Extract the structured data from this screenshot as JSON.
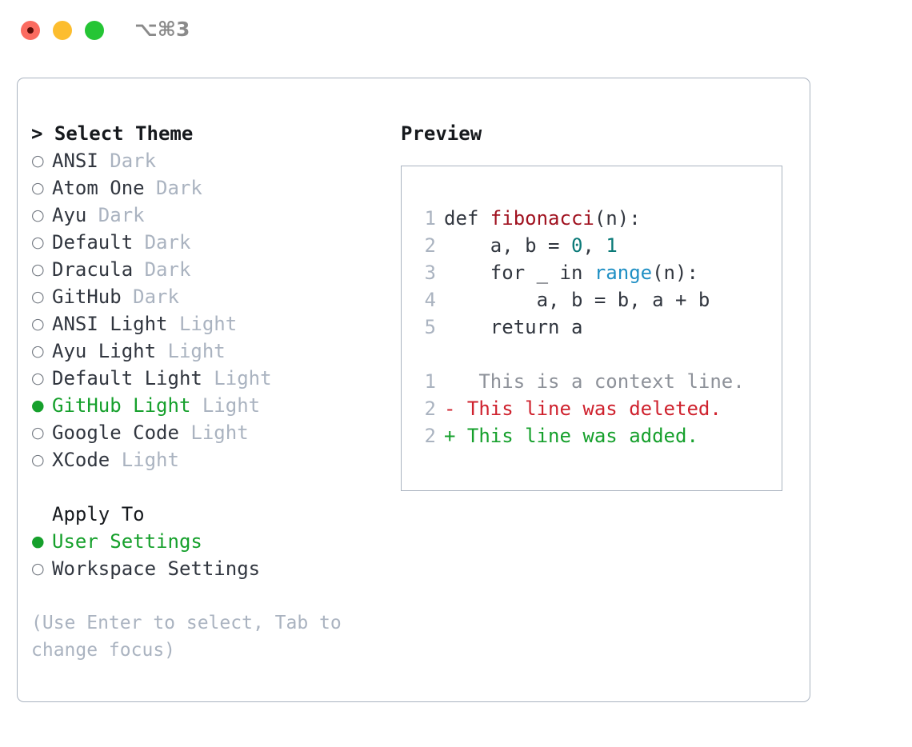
{
  "titlebar": {
    "shortcut": "⌥⌘3",
    "dots": [
      "close-red",
      "minimize-yellow",
      "maximize-green"
    ]
  },
  "theme_selector": {
    "heading": "> Select Theme",
    "bullet_unselected": "○",
    "bullet_selected": "●",
    "items": [
      {
        "name": "ANSI",
        "variant": "Dark",
        "selected": false
      },
      {
        "name": "Atom One",
        "variant": "Dark",
        "selected": false
      },
      {
        "name": "Ayu",
        "variant": "Dark",
        "selected": false
      },
      {
        "name": "Default",
        "variant": "Dark",
        "selected": false
      },
      {
        "name": "Dracula",
        "variant": "Dark",
        "selected": false
      },
      {
        "name": "GitHub",
        "variant": "Dark",
        "selected": false
      },
      {
        "name": "ANSI Light",
        "variant": "Light",
        "selected": false
      },
      {
        "name": "Ayu Light",
        "variant": "Light",
        "selected": false
      },
      {
        "name": "Default Light",
        "variant": "Light",
        "selected": false
      },
      {
        "name": "GitHub Light",
        "variant": "Light",
        "selected": true
      },
      {
        "name": "Google Code",
        "variant": "Light",
        "selected": false
      },
      {
        "name": "XCode",
        "variant": "Light",
        "selected": false
      }
    ]
  },
  "apply_to": {
    "heading": "Apply To",
    "items": [
      {
        "name": "User Settings",
        "selected": true
      },
      {
        "name": "Workspace Settings",
        "selected": false
      }
    ]
  },
  "hint": "(Use Enter to select, Tab to change focus)",
  "preview": {
    "title": "Preview",
    "code_lines": [
      {
        "num": "1",
        "segments": [
          {
            "t": "def ",
            "c": "plain"
          },
          {
            "t": "fibonacci",
            "c": "fn"
          },
          {
            "t": "(n):",
            "c": "plain"
          }
        ]
      },
      {
        "num": "2",
        "segments": [
          {
            "t": "    a, b = ",
            "c": "plain"
          },
          {
            "t": "0",
            "c": "num"
          },
          {
            "t": ", ",
            "c": "plain"
          },
          {
            "t": "1",
            "c": "num"
          }
        ]
      },
      {
        "num": "3",
        "segments": [
          {
            "t": "    for _ in ",
            "c": "plain"
          },
          {
            "t": "range",
            "c": "call"
          },
          {
            "t": "(n):",
            "c": "plain"
          }
        ]
      },
      {
        "num": "4",
        "segments": [
          {
            "t": "        a, b = b, a + b",
            "c": "plain"
          }
        ]
      },
      {
        "num": "5",
        "segments": [
          {
            "t": "    return a",
            "c": "plain"
          }
        ]
      }
    ],
    "diff_lines": [
      {
        "num": "1",
        "marker": " ",
        "text": "  This is a context line.",
        "kind": "ctx"
      },
      {
        "num": "2",
        "marker": "-",
        "text": " This line was deleted.",
        "kind": "del"
      },
      {
        "num": "2",
        "marker": "+",
        "text": " This line was added.",
        "kind": "add"
      }
    ]
  },
  "colors": {
    "accent_green": "#16a02c",
    "muted": "#aab3c0",
    "text": "#31363f",
    "diff_delete": "#cf222e",
    "diff_add": "#16a02c",
    "token_function": "#a0111f",
    "token_number": "#0b7a78",
    "token_call": "#1f8fc4",
    "border": "#aab3c0"
  }
}
